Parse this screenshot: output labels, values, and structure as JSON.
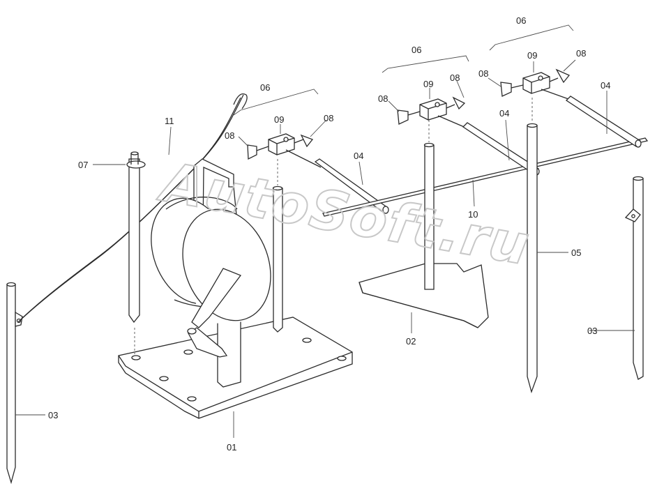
{
  "watermark": {
    "text": "AutoSoft.ru"
  },
  "labels": {
    "p01": "01",
    "p02": "02",
    "p03a": "03",
    "p03b": "03",
    "p04a": "04",
    "p04b": "04",
    "p04c": "04",
    "p05": "05",
    "p06a": "06",
    "p06b": "06",
    "p06c": "06",
    "p07": "07",
    "p08a": "08",
    "p08b": "08",
    "p08c": "08",
    "p08d": "08",
    "p08e": "08",
    "p08f": "08",
    "p09a": "09",
    "p09b": "09",
    "p09c": "09",
    "p10": "10",
    "p11": "11"
  }
}
